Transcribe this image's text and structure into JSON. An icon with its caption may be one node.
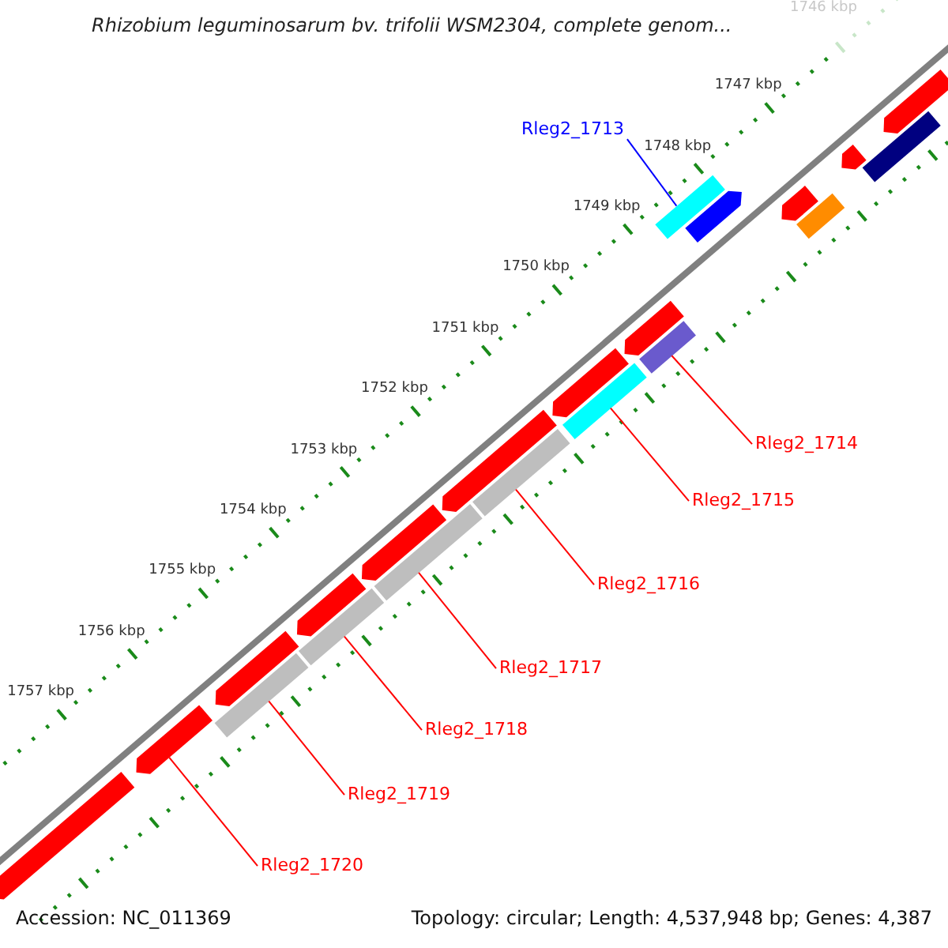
{
  "diagram": {
    "title": "Rhizobium leguminosarum bv. trifolii WSM2304, complete genom...",
    "nodes": [
      {
        "text": [
          "Rleg2_1713"
        ]
      },
      {
        "text": [],
        "shape": "bar"
      },
      {
        "text": [
          "Rleg2_1714"
        ]
      },
      {
        "text": [],
        "shape": "bar"
      },
      {
        "text": [
          "Rleg2_1715"
        ]
      },
      {
        "text": [],
        "shape": "bar"
      },
      {
        "text": [
          "Rleg2_1716"
        ]
      },
      {
        "text": [],
        "shape": "bar"
      },
      {
        "text": [
          "Rleg2_1717"
        ]
      },
      {
        "text": [],
        "shape": "bar"
      },
      {
        "text": [
          "Rleg2_1718"
        ]
      },
      {
        "text": [],
        "shape": "bar"
      },
      {
        "text": [
          "Rleg2_1719"
        ]
      },
      {
        "text": [],
        "shape": "bar"
      },
      {
        "text": [
          "Rleg2_1720"
        ]
      },
      {
        "text": [],
        "shape": "bar"
      },
      {
        "text": [],
        "shape": "bar"
      },
      {
        "text": [],
        "shape": "bar"
      },
      {
        "text": [],
        "shape": "bar"
      },
      {
        "text": [],
        "shape": "bar"
      },
      {
        "text": [],
        "shape": "bar"
      },
      {
        "text": [],
        "shape": "bar"
      },
      {
        "text": [],
        "shape": "bar"
      },
      {
        "text": [],
        "shape": "bar"
      },
      {
        "text": [],
        "shape": "bar"
      },
      {
        "text": [],
        "shape": "bar"
      },
      {
        "text": [],
        "shape": "bar"
      },
      {
        "text": [],
        "shape": "bar"
      },
      {
        "text": [],
        "shape": "bar"
      }
    ],
    "edges": [
      {
        "from": 0,
        "to": 1,
        "arrow": "none",
        "color": "#0000ff"
      },
      {
        "from": 2,
        "to": 3,
        "arrow": "none"
      },
      {
        "from": 4,
        "to": 5,
        "arrow": "none"
      },
      {
        "from": 6,
        "to": 7,
        "arrow": "none"
      },
      {
        "from": 8,
        "to": 9,
        "arrow": "none"
      },
      {
        "from": 10,
        "to": 11,
        "arrow": "none"
      },
      {
        "from": 12,
        "to": 13,
        "arrow": "none"
      },
      {
        "from": 14,
        "to": 15,
        "arrow": "none"
      }
    ],
    "labels": [
      "1746 kbp",
      "1747 kbp",
      "1748 kbp",
      "1749 kbp",
      "1750 kbp",
      "1751 kbp",
      "1752 kbp",
      "1753 kbp",
      "1754 kbp",
      "1755 kbp",
      "1756 kbp",
      "1757 kbp",
      "Accession: NC_011369",
      "Topology: circular; Length: 4,537,948 bp; Genes: 4,387"
    ]
  }
}
